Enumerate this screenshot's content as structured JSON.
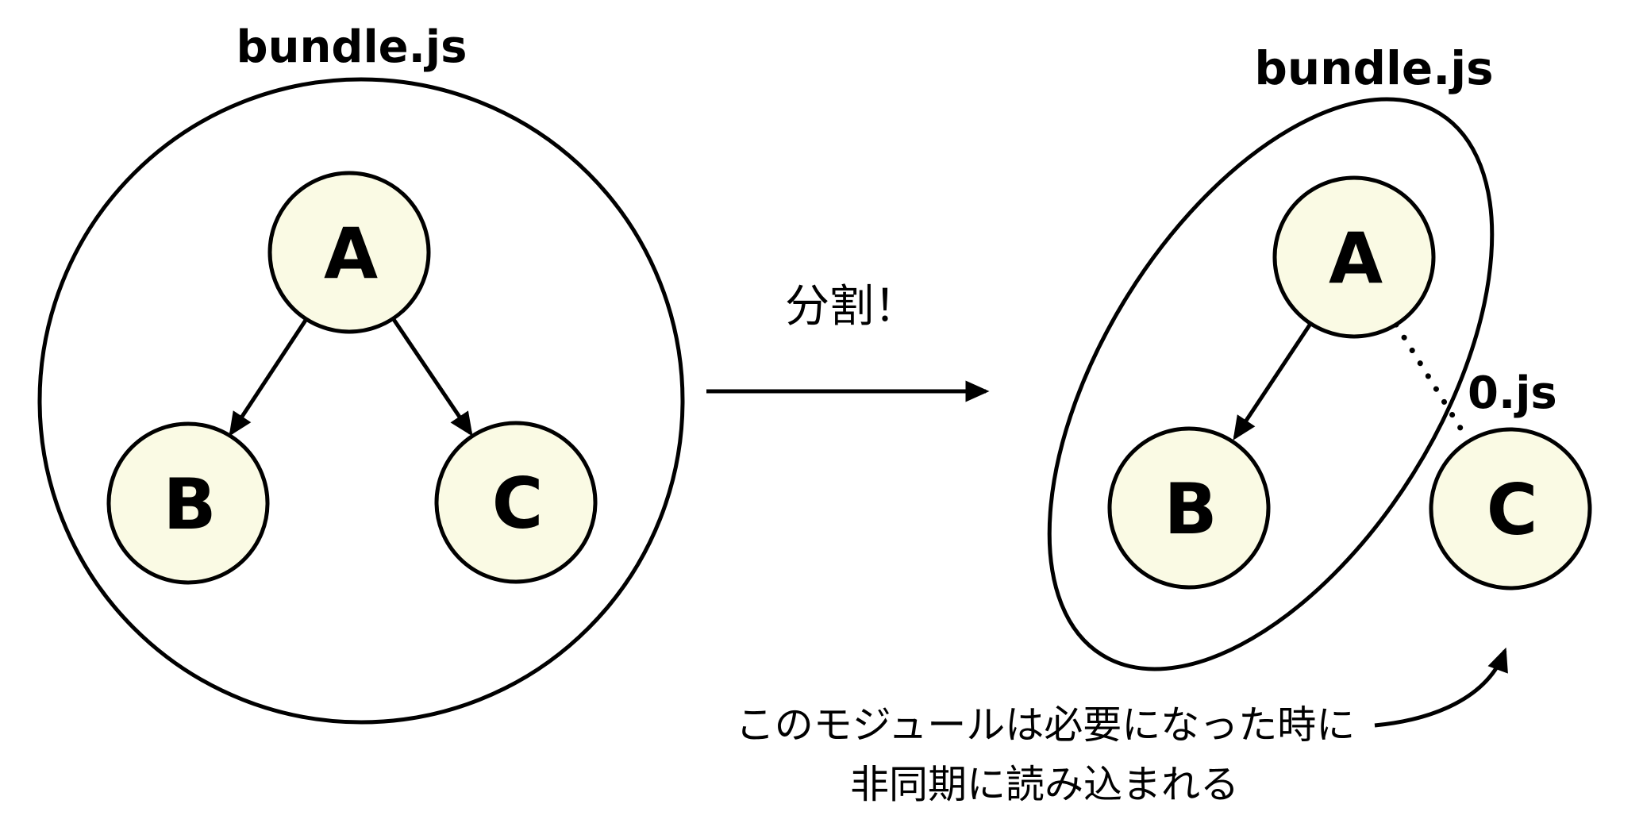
{
  "diagram": {
    "before": {
      "title": "bundle.js",
      "node_a": "A",
      "node_b": "B",
      "node_c": "C"
    },
    "transition": {
      "caption": "分割！"
    },
    "after": {
      "title": "bundle.js",
      "node_a": "A",
      "node_b": "B",
      "node_c": "C",
      "chunk_label": "0.js",
      "note_line1": "このモジュールは必要になった時に",
      "note_line2": "非同期に読み込まれる"
    }
  },
  "colors": {
    "node_fill": "#FAFAE4",
    "line": "#000000",
    "background": "#FFFFFF"
  }
}
